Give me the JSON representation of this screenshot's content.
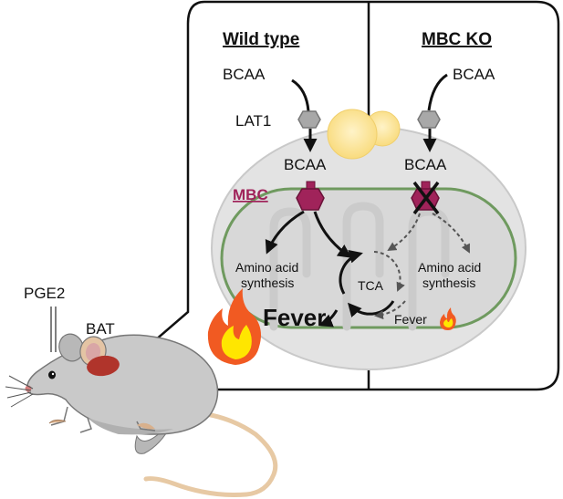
{
  "panels": {
    "wild_type": {
      "title": "Wild type",
      "bcaa_top": "BCAA",
      "bcaa_inner": "BCAA",
      "transporter": "LAT1",
      "enzyme": "MBC",
      "amino_acid_line1": "Amino acid",
      "amino_acid_line2": "synthesis",
      "tca": "TCA",
      "fever": "Fever"
    },
    "knockout": {
      "title": "MBC KO",
      "bcaa_top": "BCAA",
      "bcaa_inner": "BCAA",
      "amino_acid_line1": "Amino acid",
      "amino_acid_line2": "synthesis",
      "fever": "Fever"
    }
  },
  "mouse": {
    "stimulus": "PGE2",
    "tissue": "BAT"
  },
  "colors": {
    "mbc_magenta": "#a0235a",
    "mitochondria_green": "#6f9a5f",
    "cell_fill": "#e2e2e2",
    "lipid_yellow": "#fbe3a0",
    "flame_orange": "#f15a22",
    "flame_yellow": "#ffe600",
    "bat_red": "#b0342b"
  },
  "icons": [
    "flame-icon",
    "transporter-icon",
    "enzyme-icon",
    "blocked-x-icon",
    "lipid-droplet-icon",
    "mouse-illustration"
  ]
}
